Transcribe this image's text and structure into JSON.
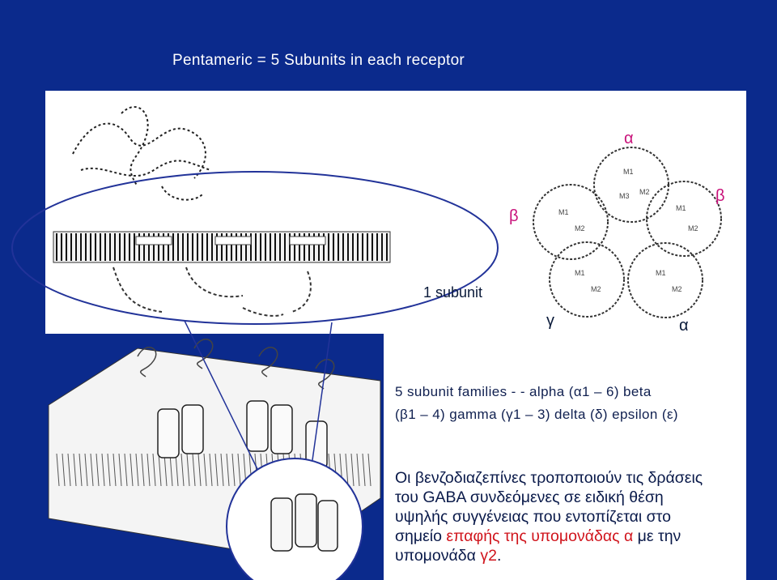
{
  "title": "Pentameric = 5 Subunits in each receptor",
  "labels": {
    "alpha_top": "α",
    "beta_left": "β",
    "beta_right": "β",
    "gamma": "γ",
    "alpha_bottom": "α",
    "one_subunit": "1 subunit"
  },
  "families": {
    "line1": "5 subunit families - - alpha (α1 – 6) beta",
    "line2": "(β1 – 4) gamma (γ1 – 3) delta (δ) epsilon (ε)"
  },
  "greek": {
    "line1": "Οι βενζοδιαζεπίνες τροποποιούν τις δράσεις",
    "line2": "του GABA συνδεόμενες σε ειδική θέση",
    "line3": "υψηλής συγγένειας που εντοπίζεται στο",
    "line4a": "σημείο ",
    "line4_red": "επαφής της υπομονάδας α",
    "line4b": " με την",
    "line5a": "υπομονάδα ",
    "line5_red": "γ2",
    "line5b": "."
  },
  "colors": {
    "background": "#0b2a8c",
    "subunit_label": "#c8127a",
    "highlight_text": "#d0141c"
  }
}
